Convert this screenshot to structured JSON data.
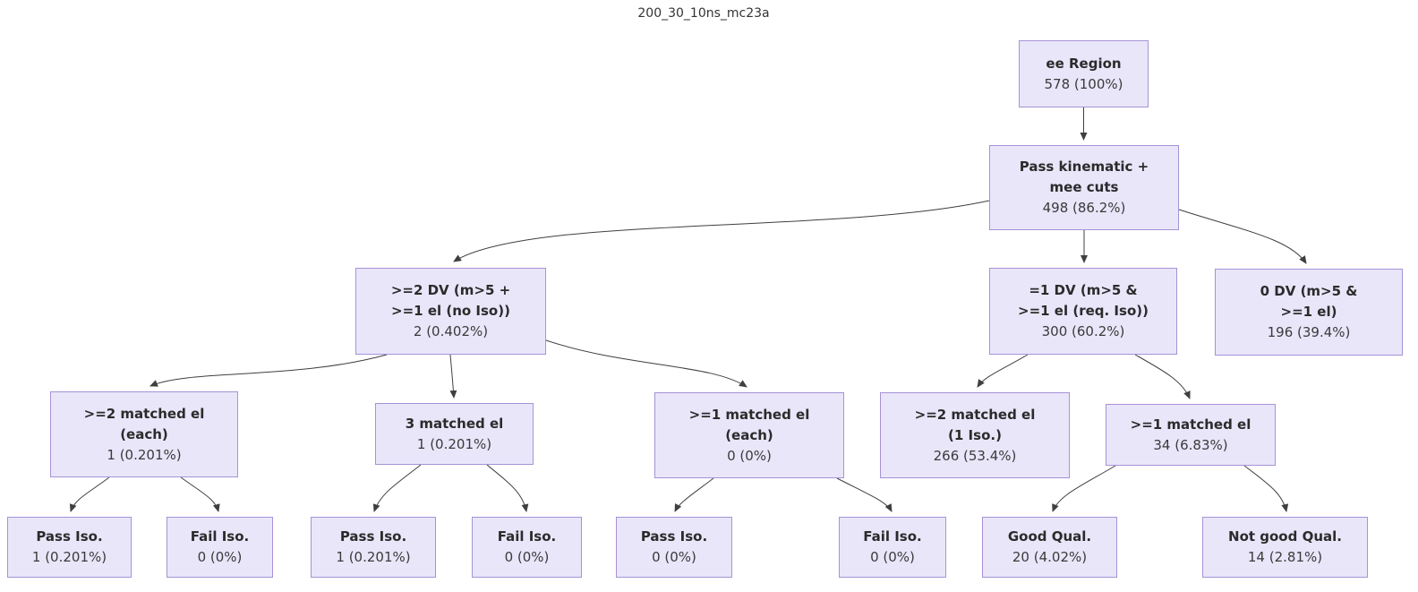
{
  "title": "200_30_10ns_mc23a",
  "colors": {
    "node_fill": "#e9e6fa",
    "node_border": "#a693d6",
    "edge": "#3f3f3f",
    "text": "#333333"
  },
  "nodes": [
    {
      "id": "ee-region",
      "label": "ee Region",
      "value": "578 (100%)"
    },
    {
      "id": "pass-kinematic",
      "label": "Pass kinematic +\nmee cuts",
      "value": "498 (86.2%)"
    },
    {
      "id": "ge2-dv",
      "label": ">=2 DV (m>5 +\n>=1 el (no Iso))",
      "value": "2 (0.402%)"
    },
    {
      "id": "eq1-dv",
      "label": "=1 DV (m>5 &\n>=1 el (req. Iso))",
      "value": "300 (60.2%)"
    },
    {
      "id": "zero-dv",
      "label": "0 DV (m>5 &\n>=1 el)",
      "value": "196 (39.4%)"
    },
    {
      "id": "ge2-matched-each",
      "label": ">=2 matched el\n(each)",
      "value": "1 (0.201%)"
    },
    {
      "id": "three-matched",
      "label": "3 matched el",
      "value": "1 (0.201%)"
    },
    {
      "id": "ge1-matched-each",
      "label": ">=1 matched el\n(each)",
      "value": "0 (0%)"
    },
    {
      "id": "ge2-matched-1iso",
      "label": ">=2 matched el\n(1 Iso.)",
      "value": "266 (53.4%)"
    },
    {
      "id": "ge1-matched",
      "label": ">=1 matched el",
      "value": "34 (6.83%)"
    },
    {
      "id": "pass-iso-1",
      "label": "Pass Iso.",
      "value": "1 (0.201%)"
    },
    {
      "id": "fail-iso-1",
      "label": "Fail Iso.",
      "value": "0 (0%)"
    },
    {
      "id": "pass-iso-2",
      "label": "Pass Iso.",
      "value": "1 (0.201%)"
    },
    {
      "id": "fail-iso-2",
      "label": "Fail Iso.",
      "value": "0 (0%)"
    },
    {
      "id": "pass-iso-3",
      "label": "Pass Iso.",
      "value": "0 (0%)"
    },
    {
      "id": "fail-iso-3",
      "label": "Fail Iso.",
      "value": "0 (0%)"
    },
    {
      "id": "good-qual",
      "label": "Good Qual.",
      "value": "20 (4.02%)"
    },
    {
      "id": "not-good-qual",
      "label": "Not good Qual.",
      "value": "14 (2.81%)"
    }
  ],
  "edges": [
    {
      "from": "ee-region",
      "to": "pass-kinematic"
    },
    {
      "from": "pass-kinematic",
      "to": "ge2-dv"
    },
    {
      "from": "pass-kinematic",
      "to": "eq1-dv"
    },
    {
      "from": "pass-kinematic",
      "to": "zero-dv"
    },
    {
      "from": "ge2-dv",
      "to": "ge2-matched-each"
    },
    {
      "from": "ge2-dv",
      "to": "three-matched"
    },
    {
      "from": "ge2-dv",
      "to": "ge1-matched-each"
    },
    {
      "from": "eq1-dv",
      "to": "ge2-matched-1iso"
    },
    {
      "from": "eq1-dv",
      "to": "ge1-matched"
    },
    {
      "from": "ge2-matched-each",
      "to": "pass-iso-1"
    },
    {
      "from": "ge2-matched-each",
      "to": "fail-iso-1"
    },
    {
      "from": "three-matched",
      "to": "pass-iso-2"
    },
    {
      "from": "three-matched",
      "to": "fail-iso-2"
    },
    {
      "from": "ge1-matched-each",
      "to": "pass-iso-3"
    },
    {
      "from": "ge1-matched-each",
      "to": "fail-iso-3"
    },
    {
      "from": "ge1-matched",
      "to": "good-qual"
    },
    {
      "from": "ge1-matched",
      "to": "not-good-qual"
    }
  ]
}
